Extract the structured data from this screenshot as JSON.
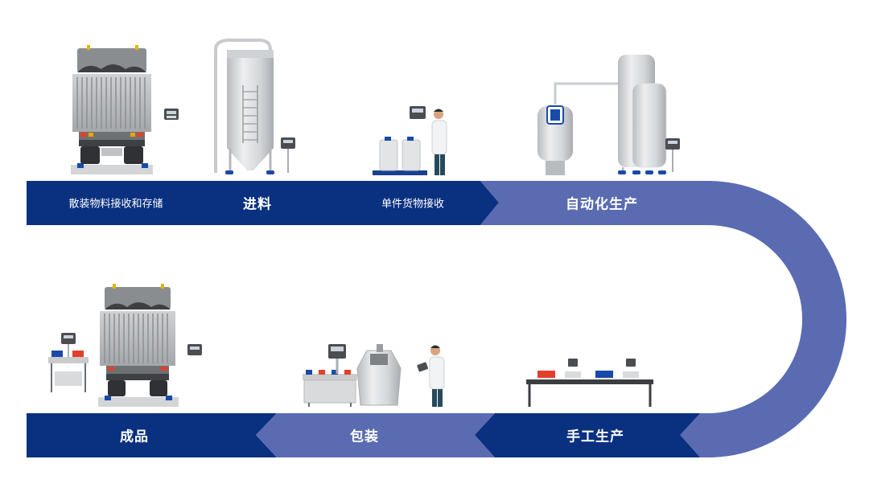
{
  "process_flow": {
    "top_row": {
      "labels": [
        "散装物料接收和存储",
        "进料",
        "单件货物接收",
        "自动化生产"
      ]
    },
    "bottom_row": {
      "labels": [
        "成品",
        "包装",
        "手工生产"
      ]
    }
  },
  "colors": {
    "dark_navy": "#0a3080",
    "light_blue": "#5a6bb2",
    "white": "#ffffff"
  }
}
